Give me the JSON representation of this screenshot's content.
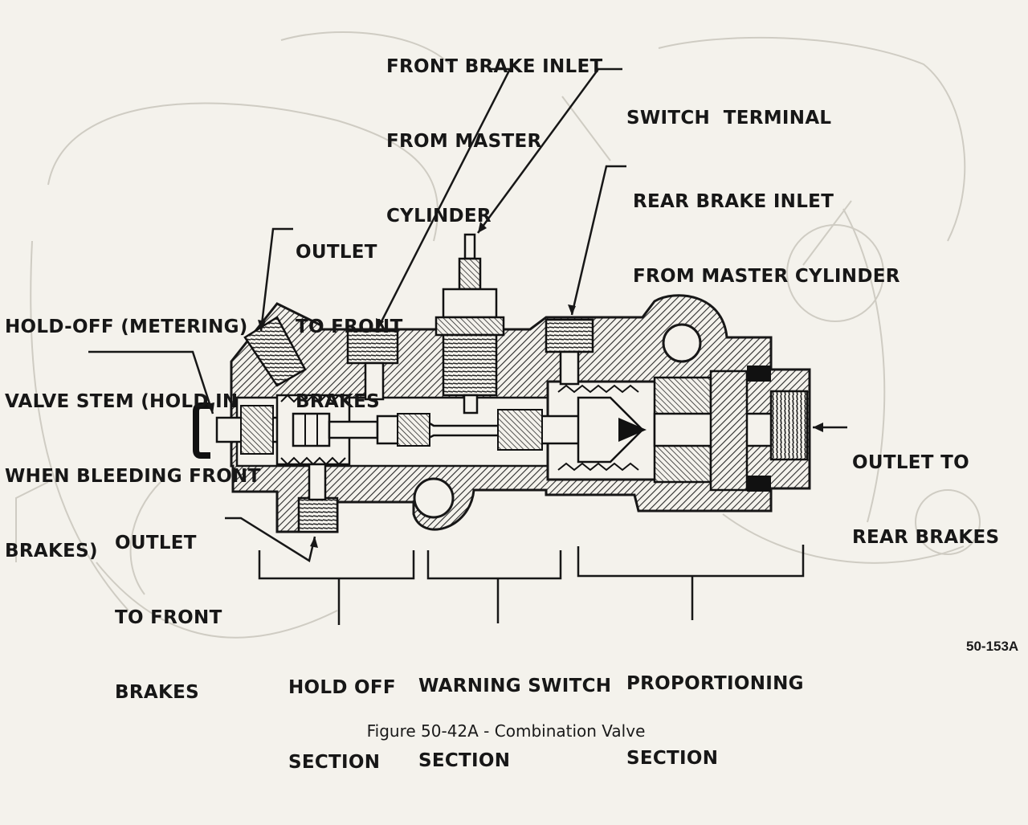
{
  "figure": {
    "caption": "Figure 50-42A - Combination Valve",
    "code": "50-153A",
    "subject": "Combination Valve"
  },
  "callouts": {
    "front_inlet": [
      "FRONT BRAKE INLET",
      "FROM MASTER",
      "CYLINDER"
    ],
    "switch_terminal": [
      "SWITCH  TERMINAL"
    ],
    "rear_inlet": [
      "REAR BRAKE INLET",
      "FROM MASTER CYLINDER"
    ],
    "outlet_front_top": [
      "OUTLET",
      "TO FRONT",
      "BRAKES"
    ],
    "hold_off_stem": [
      "HOLD-OFF (METERING)",
      "VALVE STEM (HOLD IN",
      "WHEN BLEEDING FRONT",
      "BRAKES)"
    ],
    "outlet_rear": [
      "OUTLET TO",
      "REAR BRAKES"
    ],
    "outlet_front_bottom": [
      "OUTLET",
      "TO FRONT",
      "BRAKES"
    ]
  },
  "sections": [
    {
      "name": "hold-off",
      "label": [
        "HOLD OFF",
        "SECTION"
      ]
    },
    {
      "name": "warning-switch",
      "label": [
        "WARNING SWITCH",
        "SECTION"
      ]
    },
    {
      "name": "proportioning",
      "label": [
        "PROPORTIONING",
        "SECTION"
      ]
    }
  ],
  "colors": {
    "paper": "#f4f2ec",
    "ink": "#171717",
    "hatch": "#2a2a2a",
    "ghost": "#c9c6bd"
  }
}
